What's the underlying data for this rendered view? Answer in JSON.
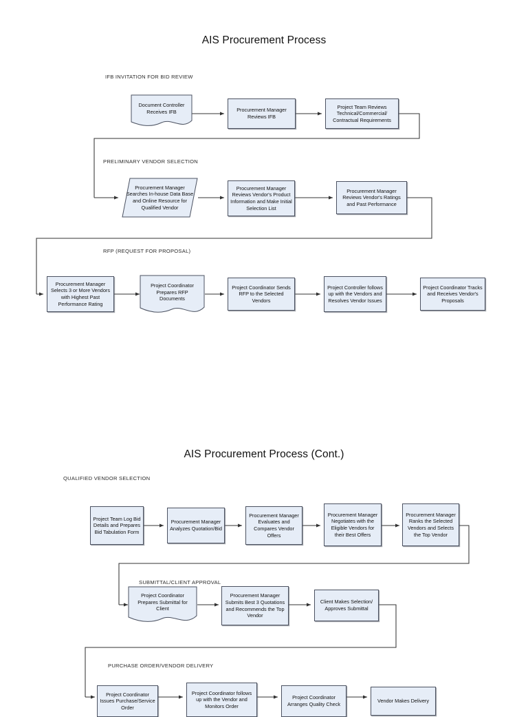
{
  "document": {
    "type": "flowchart",
    "pages": [
      {
        "id": "page-1",
        "title": "AIS Procurement Process"
      },
      {
        "id": "page-2",
        "title": "AIS Procurement Process (Cont.)"
      }
    ]
  },
  "sections": [
    {
      "id": "ifb",
      "label": "IFB INVITATION FOR BID REVIEW"
    },
    {
      "id": "prelim",
      "label": "PRELIMINARY VENDOR SELECTION"
    },
    {
      "id": "rfp",
      "label": "RFP (REQUEST FOR PROPOSAL)"
    },
    {
      "id": "qualified",
      "label": "QUALIFIED VENDOR SELECTION"
    },
    {
      "id": "submittal",
      "label": "SUBMITTAL/CLIENT APPROVAL"
    },
    {
      "id": "po",
      "label": "PURCHASE ORDER/VENDOR DELIVERY"
    }
  ],
  "nodes": {
    "n1": "Document Controller Receives IFB",
    "n2": "Procurement Manager Reviews IFB",
    "n3": "Project Team Reviews Technical/Commercial/ Contractual Requirements",
    "n4": "Procurement Manager Searches In-house Data Base and Online Resource for Qualified Vendor",
    "n5": "Procurement Manager Reviews Vendor's Product Information and Make Initial Selection List",
    "n6": "Procurement Manager Reviews Vendor's Ratings and Past Performance",
    "n7": "Procurement Manager Selects 3 or More Vendors with Highest Past Performance Rating",
    "n8": "Project Coordinator Prepares RFP Documents",
    "n9": "Project Coordinator Sends RFP to the Selected Vendors",
    "n10": "Project Controller follows up with the Vendors and Resolves Vendor Issues",
    "n11": "Project Coordinator Tracks and Receives Vendor's Proposals",
    "n12": "Project Team Log Bid Details and Prepares Bid Tabulation Form",
    "n13": "Procurement Manager Analyzes Quotation/Bid",
    "n14": "Procurement Manager Evaluates and Compares Vendor Offers",
    "n15": "Procurement Manager Negotiates with the Eligible Vendors for their Best Offers",
    "n16": "Procurement Manager Ranks the Selected Vendors and Selects the Top Vendor",
    "n17": "Project Coordinator Prepares Submittal for Client",
    "n18": "Procurement Manager Submits Best 3 Quotations and Recommends the Top Vendor",
    "n19": "Client Makes Selection/ Approves Submittal",
    "n20": "Project Coordinator Issues Purchase/Service Order",
    "n21": "Project Coordinator follows up with the Vendor and Monitors Order",
    "n22": "Project Coordinator Arranges Quality Check",
    "n23": "Vendor Makes Delivery"
  },
  "style": {
    "node_fill": "#e6edf7",
    "node_border": "#4b5160",
    "connector": "#333333",
    "text": "#111111",
    "background": "#ffffff"
  }
}
